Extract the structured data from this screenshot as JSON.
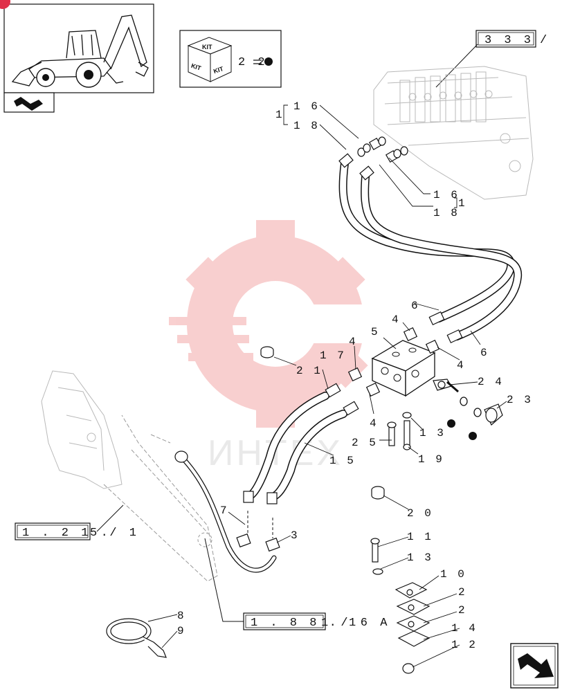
{
  "kit": {
    "badge_top": "KIT",
    "badge_left": "KIT",
    "badge_right": "KIT",
    "qty": "2 2"
  },
  "refs": {
    "valve": "3 3 3",
    "valve_slash": "/",
    "frame": "1 . 2 1 .",
    "frame_suffix": "5 /  1",
    "arm": "1 . 8 8 . 1",
    "arm_suffix": "1 /  6 A"
  },
  "watermark": {
    "text": "ИНТЕХ"
  },
  "callouts": {
    "n1_left": "1",
    "n16_left": "1 6",
    "n18_left": "1 8",
    "n16_right": "1 6",
    "n18_right": "1 8",
    "n1_right": "1",
    "n6_top": "6",
    "n6_side": "6",
    "n4_a": "4",
    "n4_b": "4",
    "n4_c": "4",
    "n4_d": "4",
    "n5": "5",
    "n21": "2 1",
    "n17": "1 7",
    "n24": "2 4",
    "n23": "2 3",
    "n25": "2 5",
    "n13_top": "1 3",
    "n19": "1 9",
    "n15": "1 5",
    "n7": "7",
    "n3": "3",
    "n20": "2 0",
    "n11": "1 1",
    "n13_low": "1 3",
    "n10": "1 0",
    "n2_a": "2",
    "n2_b": "2",
    "n14": "1 4",
    "n12": "1 2",
    "n8": "8",
    "n9": "9"
  },
  "colors": {
    "ink": "#111111",
    "ghost": "#b9b9b9",
    "watermark": "#f4a9a9",
    "accent": "#e0304a"
  }
}
